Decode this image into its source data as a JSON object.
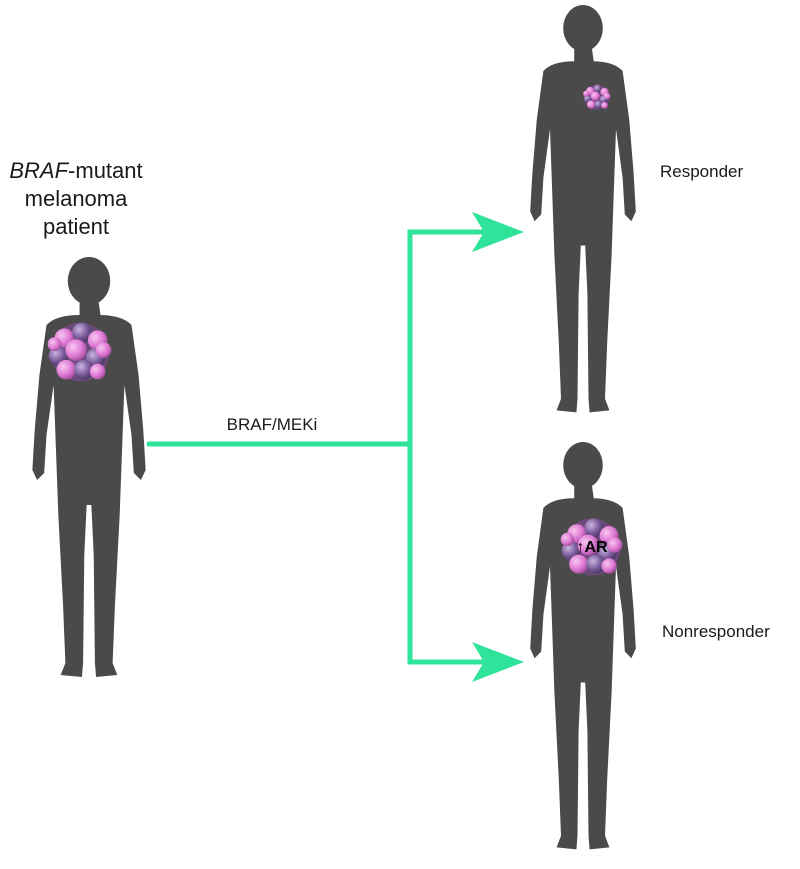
{
  "patient": {
    "label_line1_italic": "BRAF",
    "label_line1_rest": "-mutant",
    "label_line2": "melanoma",
    "label_line3": "patient"
  },
  "treatment": {
    "label": "BRAF/MEKi"
  },
  "outcomes": {
    "responder": {
      "label": "Responder"
    },
    "nonresponder": {
      "label": "Nonresponder",
      "marker": "↑AR"
    }
  },
  "colors": {
    "body": "#4a4a4a",
    "arrow": "#2fe39a",
    "tumor_pink": "#e07ad6",
    "tumor_purple": "#7a5a9a"
  }
}
